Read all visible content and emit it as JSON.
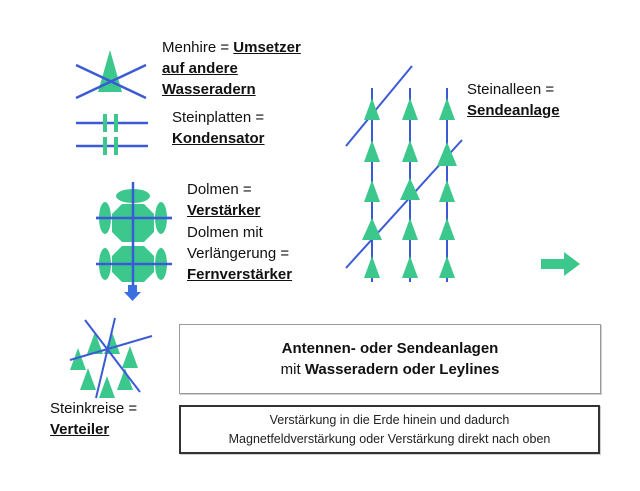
{
  "labels": {
    "menhire_prefix": "Menhire = ",
    "menhire_u1": "Umsetzer",
    "menhire_u2": "auf andere",
    "menhire_u3": "Wasseradern",
    "steinplatten_prefix": "Steinplatten =",
    "steinplatten_u": "Kondensator",
    "dolmen_prefix": "Dolmen =",
    "dolmen_u": "Verstärker",
    "dolmen_mit_1": "Dolmen mit",
    "dolmen_mit_2": "Verlängerung =",
    "dolmen_mit_u": "Fernverstärker",
    "steinalleen_prefix": "Steinalleen =",
    "steinalleen_u": "Sendeanlage",
    "steinkreise_prefix": "Steinkreise =",
    "steinkreise_u": "Verteiler"
  },
  "box_antennen": {
    "line1": "Antennen- oder Sendeanlagen",
    "line2_a": "mit ",
    "line2_b": "Wasseradern oder Leylines"
  },
  "box_verstaerkung": {
    "line1": "Verstärkung in die Erde hinein und dadurch",
    "line2": "Magnetfeldverstärkung oder Verstärkung direkt nach oben"
  },
  "colors": {
    "stone_green": "#3cc88c",
    "line_blue": "#3b5bd6",
    "arrow_blue": "#3a6fe0"
  }
}
